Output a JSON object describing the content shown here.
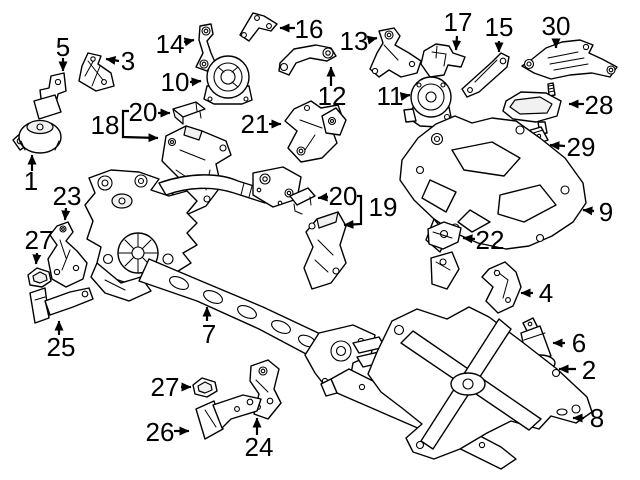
{
  "diagram": {
    "background_color": "#ffffff",
    "line_color": "#000000"
  },
  "callouts": [
    {
      "number": "5"
    },
    {
      "number": "3"
    },
    {
      "number": "14"
    },
    {
      "number": "16"
    },
    {
      "number": "13"
    },
    {
      "number": "17"
    },
    {
      "number": "15"
    },
    {
      "number": "30"
    },
    {
      "number": "10"
    },
    {
      "number": "12"
    },
    {
      "number": "11"
    },
    {
      "number": "28"
    },
    {
      "number": "18"
    },
    {
      "number": "20"
    },
    {
      "number": "21"
    },
    {
      "number": "29"
    },
    {
      "number": "9"
    },
    {
      "number": "1"
    },
    {
      "number": "23"
    },
    {
      "number": "27"
    },
    {
      "number": "20"
    },
    {
      "number": "19"
    },
    {
      "number": "22"
    },
    {
      "number": "4"
    },
    {
      "number": "7"
    },
    {
      "number": "25"
    },
    {
      "number": "6"
    },
    {
      "number": "2"
    },
    {
      "number": "8"
    },
    {
      "number": "24"
    },
    {
      "number": "26"
    },
    {
      "number": "27"
    }
  ]
}
